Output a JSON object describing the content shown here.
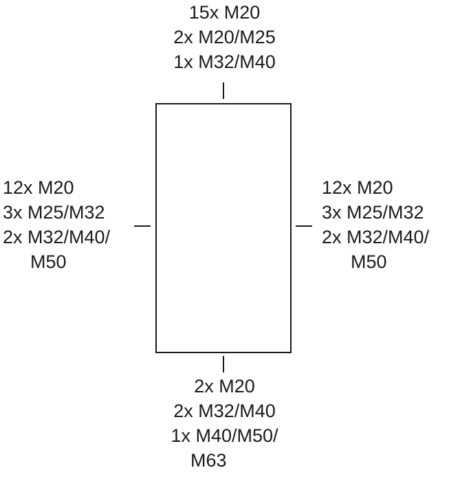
{
  "top": {
    "line1": "15x M20",
    "line2": "2x M20/M25",
    "line3": "1x M32/M40"
  },
  "left": {
    "line1": "12x M20",
    "line2": "3x M25/M32",
    "line3": "2x M32/M40/",
    "line4": "M50"
  },
  "right": {
    "line1": "12x M20",
    "line2": "3x M25/M32",
    "line3": "2x M32/M40/",
    "line4": "M50"
  },
  "bottom": {
    "line1": "2x M20",
    "line2": "2x M32/M40",
    "line3": "1x M40/M50/",
    "line4": "M63"
  }
}
